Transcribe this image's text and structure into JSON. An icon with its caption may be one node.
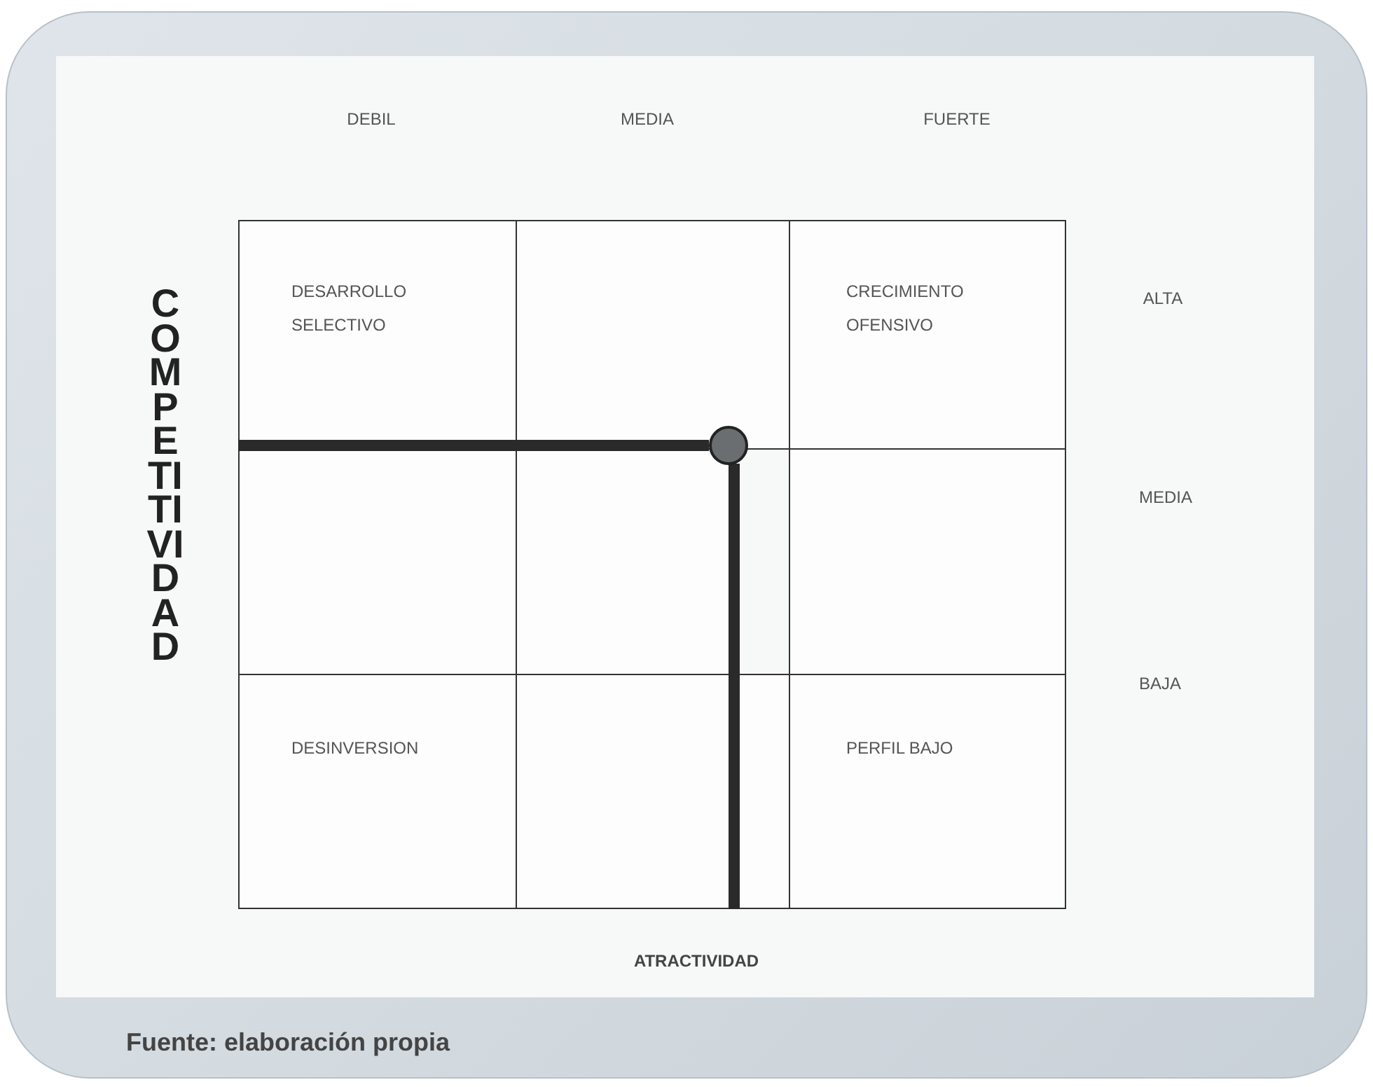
{
  "diagram": {
    "caption": "Fuente: elaboración propia",
    "nodes": [
      {
        "text": [
          "DESARROLLO SELECTIVO"
        ]
      },
      {
        "text": [],
        "shape": "box"
      },
      {
        "text": [
          "CRECIMIENTO OFENSIVO"
        ]
      },
      {
        "text": [],
        "shape": "box"
      },
      {
        "text": [],
        "shape": "box"
      },
      {
        "text": [],
        "shape": "box"
      },
      {
        "text": [
          "DESINVERSION"
        ]
      },
      {
        "text": [],
        "shape": "box"
      },
      {
        "text": [
          "PERFIL BAJO"
        ]
      },
      {
        "text": [],
        "shape": "circle"
      }
    ],
    "edges": [
      {
        "from": 9,
        "to": 3,
        "arrow": "none"
      },
      {
        "from": 9,
        "to": 7,
        "arrow": "none"
      }
    ],
    "labels": [
      "DEBIL",
      "MEDIA",
      "FUERTE",
      "ALTA",
      "MEDIA",
      "BAJA",
      "COMPETITIVIDAD",
      "ATRACTIVIDAD"
    ]
  }
}
